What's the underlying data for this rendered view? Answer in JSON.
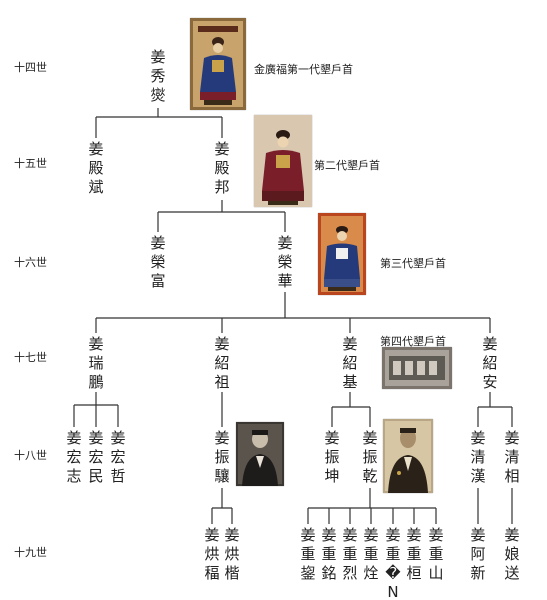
{
  "generations": [
    "十四世",
    "十五世",
    "十六世",
    "十七世",
    "十八世",
    "十九世"
  ],
  "people": {
    "xiuxie": "姜秀爕",
    "dianbin": "姜殿斌",
    "dianbang": "姜殿邦",
    "rongfu": "姜榮富",
    "ronghua": "姜榮華",
    "ruipeng": "姜瑞鵬",
    "shaozu": "姜紹祖",
    "shaoji": "姜紹基",
    "shaoan": "姜紹安",
    "hongzhi": "姜宏志",
    "hongmin": "姜宏民",
    "hongzhe": "姜宏哲",
    "zhenxiang": "姜振驤",
    "zhenkun": "姜振坤",
    "zhenqian": "姜振乾",
    "qinghan": "姜清漢",
    "qingxiang": "姜清相",
    "hongfu": "姜烘稫",
    "hongjie": "姜烘楷",
    "zhongyu": "姜重鋆",
    "zhongming": "姜重銘",
    "zhonglie": "姜重烈",
    "zhongquan": "姜重烇",
    "zhongxin": "姜重�N",
    "zhonghuan": "姜重桓",
    "zhongshan": "姜重山",
    "axin": "姜阿新",
    "niangsong": "姜娘送"
  },
  "captions": {
    "first": "金廣福第一代墾戶首",
    "second": "第二代墾戶首",
    "third": "第三代墾戶首",
    "fourth": "第四代墾戶首"
  },
  "colors": {
    "line": "#333333",
    "text": "#222222",
    "robe_blue": "#243a7a",
    "robe_red": "#7a1e2a",
    "gold": "#c9a24a"
  }
}
